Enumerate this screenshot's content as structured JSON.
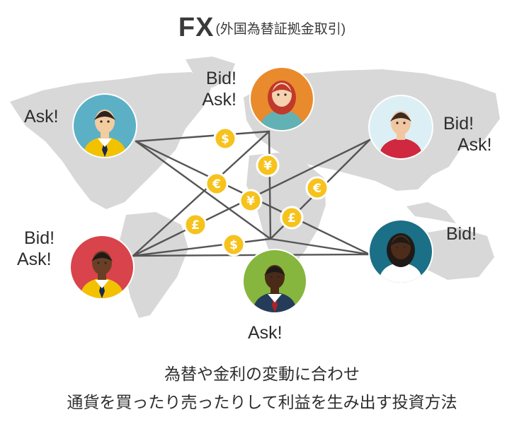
{
  "title": {
    "main": "FX",
    "sub": "(外国為替証拠金取引)"
  },
  "traders": [
    {
      "id": "trader-north-america",
      "lines": [
        "Ask!"
      ],
      "shirt": "#f2c200",
      "bg": "#5bb0c6"
    },
    {
      "id": "trader-europe",
      "lines": [
        "Bid!",
        "Ask!"
      ],
      "shirt": "#62b1b5",
      "bg": "#e98a2d"
    },
    {
      "id": "trader-asia",
      "lines": [
        "Bid!",
        "Ask!"
      ],
      "shirt": "#d0283f",
      "bg": "#dceff4"
    },
    {
      "id": "trader-south-america",
      "lines": [
        "Bid!",
        "Ask!"
      ],
      "shirt": "#f2c200",
      "bg": "#d9434b"
    },
    {
      "id": "trader-africa",
      "lines": [
        "Ask!"
      ],
      "shirt": "#243c5a",
      "bg": "#86b63d"
    },
    {
      "id": "trader-oceania",
      "lines": [
        "Bid!"
      ],
      "shirt": "#ffffff",
      "bg": "#1b6f86"
    }
  ],
  "coins": [
    "$",
    "¥",
    "€",
    "¥",
    "€",
    "£",
    "£",
    "$"
  ],
  "caption": {
    "line1": "為替や金利の変動に合わせ",
    "line2": "通貨を買ったり売ったりして利益を生み出す投資方法"
  },
  "colors": {
    "map": "#d8d8d8",
    "network_line": "#555555",
    "coin": "#f6c21c",
    "coin_border": "#ffffff"
  }
}
